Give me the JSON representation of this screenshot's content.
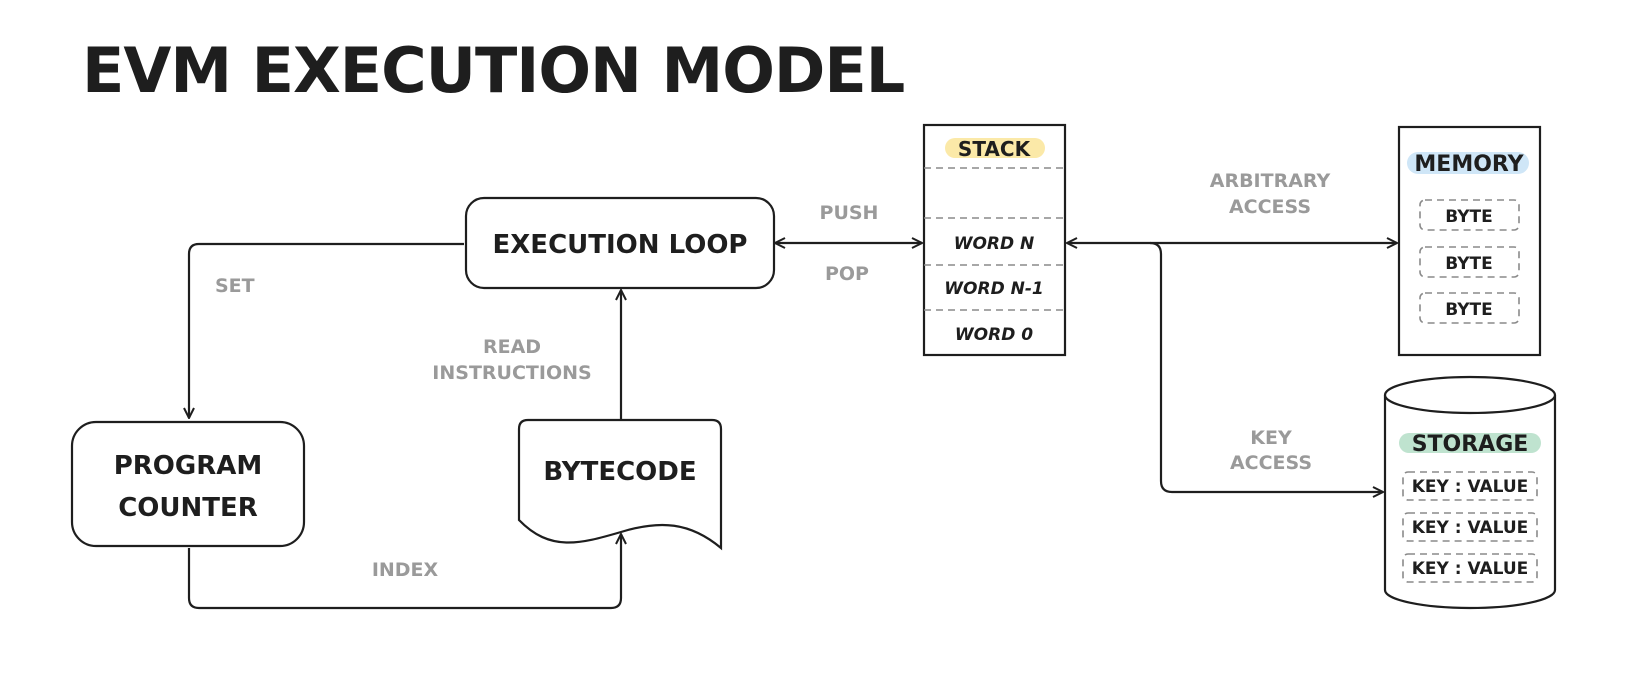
{
  "title": "EVM EXECUTION MODEL",
  "nodes": {
    "execution_loop": "EXECUTION LOOP",
    "program_counter": [
      "PROGRAM",
      "COUNTER"
    ],
    "bytecode": "BYTECODE",
    "stack": {
      "title": "STACK",
      "slots": [
        "",
        "WORD N",
        "WORD N-1",
        "WORD 0"
      ],
      "highlight": "#fbe9a8"
    },
    "memory": {
      "title": "MEMORY",
      "items": [
        "BYTE",
        "BYTE",
        "BYTE"
      ],
      "highlight": "#cfe6f7"
    },
    "storage": {
      "title": "STORAGE",
      "items": [
        "KEY : VALUE",
        "KEY : VALUE",
        "KEY : VALUE"
      ],
      "highlight": "#bfe3cf"
    }
  },
  "edges": {
    "set": "SET",
    "read_instructions": [
      "READ",
      "INSTRUCTIONS"
    ],
    "index": "INDEX",
    "push": "PUSH",
    "pop": "POP",
    "arbitrary_access": [
      "ARBITRARY",
      "ACCESS"
    ],
    "key_access": [
      "KEY",
      "ACCESS"
    ]
  }
}
